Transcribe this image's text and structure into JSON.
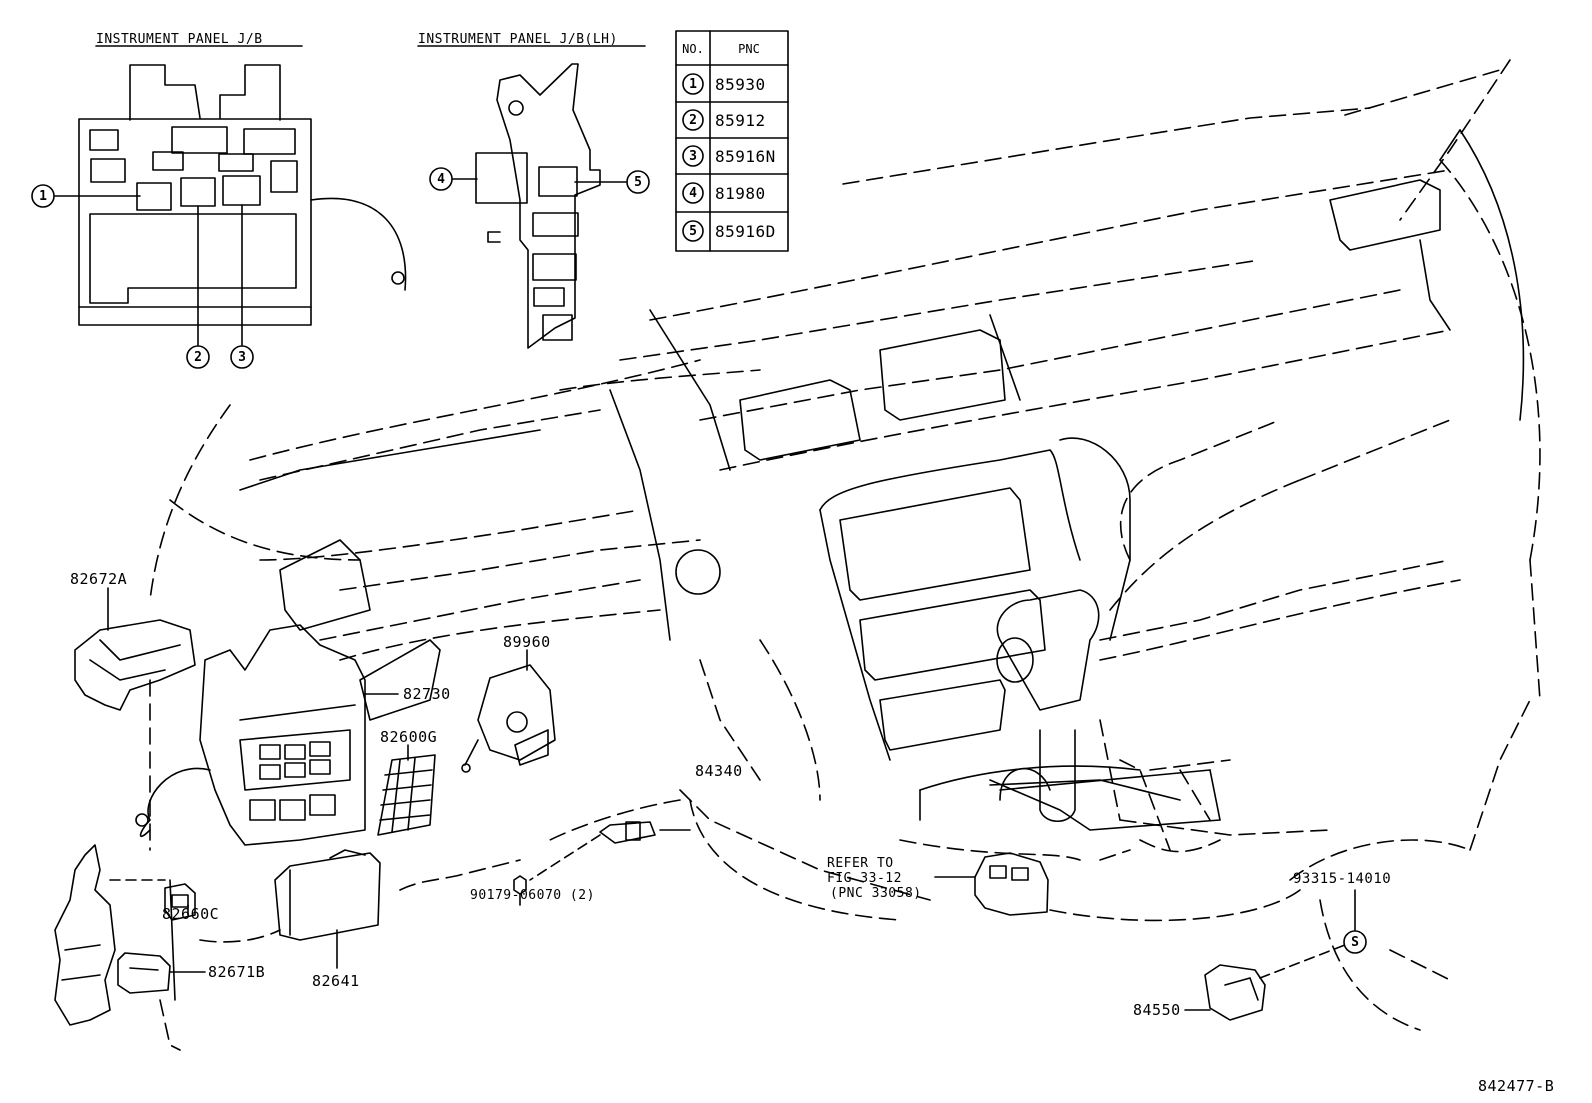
{
  "headers": {
    "instrument_panel_jb": "INSTRUMENT PANEL J/B",
    "instrument_panel_jb_lh": "INSTRUMENT PANEL J/B(LH)"
  },
  "table": {
    "col_no": "NO.",
    "col_pnc": "PNC",
    "rows": [
      {
        "no": "1",
        "pnc": "85930"
      },
      {
        "no": "2",
        "pnc": "85912"
      },
      {
        "no": "3",
        "pnc": "85916N"
      },
      {
        "no": "4",
        "pnc": "81980"
      },
      {
        "no": "5",
        "pnc": "85916D"
      }
    ]
  },
  "callouts": {
    "c1": "1",
    "c2": "2",
    "c3": "3",
    "c4": "4",
    "c5": "5",
    "s": "S"
  },
  "parts": {
    "p82672A": "82672A",
    "p82730": "82730",
    "p89960": "89960",
    "p82600G": "82600G",
    "p84340": "84340",
    "p82660C": "82660C",
    "p90179": "90179-06070 (2)",
    "p82641": "82641",
    "p82671B": "82671B",
    "p93315": "93315-14010",
    "p84550": "84550"
  },
  "refer": {
    "line1": "REFER TO",
    "line2": "FIG 33-12",
    "line3": "(PNC 33058)"
  },
  "figure_id": "842477-B"
}
